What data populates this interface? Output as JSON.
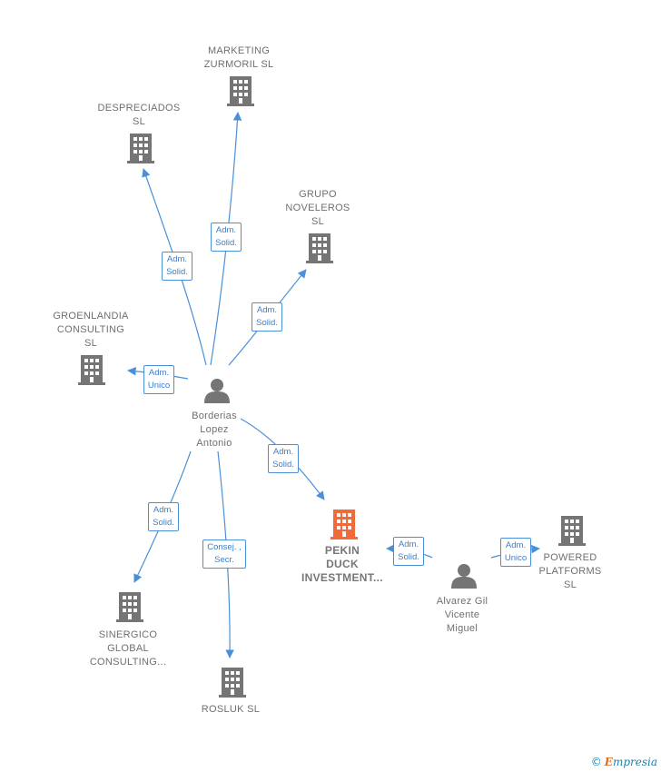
{
  "colors": {
    "edge": "#4a90d9",
    "company_icon": "#757575",
    "focus_icon": "#f26a3a",
    "person_icon": "#757575",
    "label": "#6f6f6f"
  },
  "nodes": {
    "marketing": {
      "label": "MARKETING\nZURMORIL  SL",
      "kind": "company"
    },
    "despreciados": {
      "label": "DESPRECIADOS\nSL",
      "kind": "company"
    },
    "grupo": {
      "label": "GRUPO\nNOVELEROS\nSL",
      "kind": "company"
    },
    "groenlandia": {
      "label": "GROENLANDIA\nCONSULTING\nSL",
      "kind": "company"
    },
    "borderias": {
      "label": "Borderias\nLopez\nAntonio",
      "kind": "person"
    },
    "pekin": {
      "label": "PEKIN\nDUCK\nINVESTMENT...",
      "kind": "focus"
    },
    "alvarez": {
      "label": "Alvarez Gil\nVicente\nMiguel",
      "kind": "person"
    },
    "powered": {
      "label": "POWERED\nPLATFORMS\nSL",
      "kind": "company"
    },
    "sinergico": {
      "label": "SINERGICO\nGLOBAL\nCONSULTING...",
      "kind": "company"
    },
    "rosluk": {
      "label": "ROSLUK  SL",
      "kind": "company"
    }
  },
  "edges": [
    {
      "id": "e_marketing",
      "from": "borderias",
      "to": "marketing",
      "label": "Adm.\nSolid."
    },
    {
      "id": "e_despreciados",
      "from": "borderias",
      "to": "despreciados",
      "label": "Adm.\nSolid."
    },
    {
      "id": "e_grupo",
      "from": "borderias",
      "to": "grupo",
      "label": "Adm.\nSolid."
    },
    {
      "id": "e_groenlandia",
      "from": "borderias",
      "to": "groenlandia",
      "label": "Adm.\nUnico"
    },
    {
      "id": "e_pekin_b",
      "from": "borderias",
      "to": "pekin",
      "label": "Adm.\nSolid."
    },
    {
      "id": "e_sinergico",
      "from": "borderias",
      "to": "sinergico",
      "label": "Adm.\nSolid."
    },
    {
      "id": "e_rosluk",
      "from": "borderias",
      "to": "rosluk",
      "label": "Consej. ,\nSecr."
    },
    {
      "id": "e_pekin_a",
      "from": "alvarez",
      "to": "pekin",
      "label": "Adm.\nSolid."
    },
    {
      "id": "e_powered",
      "from": "alvarez",
      "to": "powered",
      "label": "Adm.\nUnico"
    }
  ],
  "brand": {
    "copyright": "©",
    "initial": "E",
    "rest": "mpresia"
  }
}
